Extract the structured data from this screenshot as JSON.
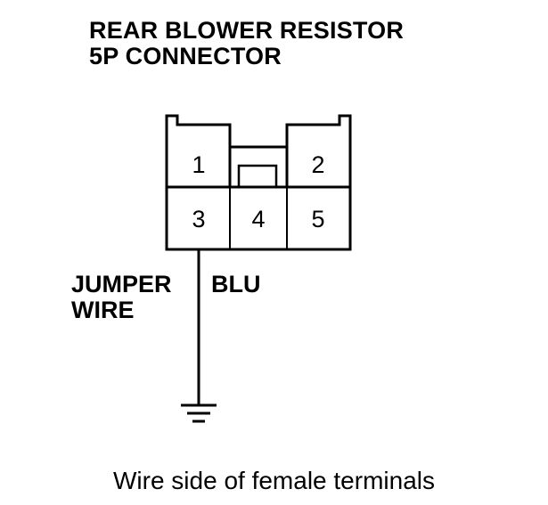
{
  "title": {
    "line1": "REAR BLOWER RESISTOR",
    "line2": "5P CONNECTOR"
  },
  "connector": {
    "pins": [
      "1",
      "2",
      "3",
      "4",
      "5"
    ]
  },
  "labels": {
    "jumper_line1": "JUMPER",
    "jumper_line2": "WIRE",
    "wire_color": "BLU"
  },
  "caption": "Wire side of female terminals",
  "icons": {
    "ground": "ground-symbol-icon"
  },
  "colors": {
    "line": "#000000",
    "background": "#ffffff"
  }
}
